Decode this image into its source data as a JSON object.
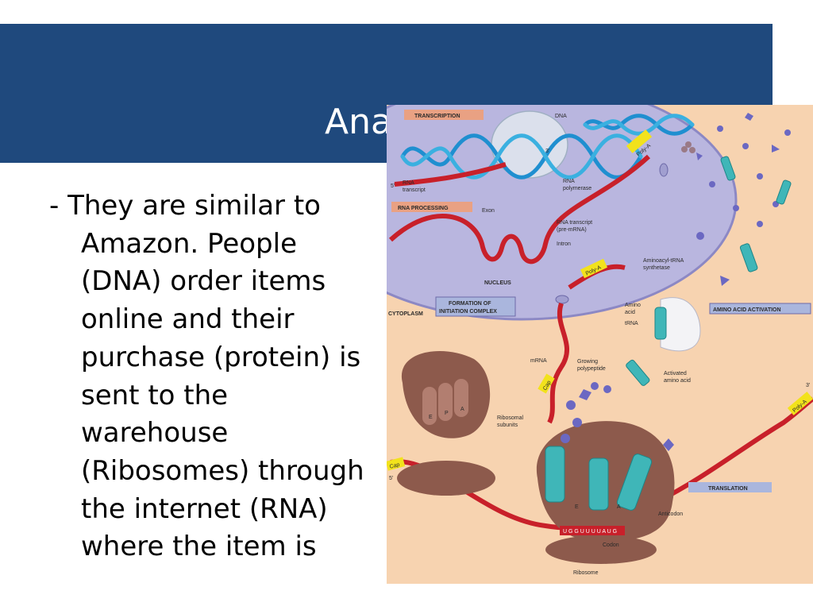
{
  "slide": {
    "title": "Analogy",
    "title_visible": "Ana",
    "body_lines": [
      "- They are similar to",
      "Amazon. People",
      "(DNA) order items",
      "online and their",
      "purchase (protein) is",
      "sent to the",
      "warehouse",
      "(Ribosomes) through",
      "the internet (RNA)",
      "where the item is"
    ]
  },
  "diagram": {
    "colors": {
      "cytoplasm": "#f7d3b0",
      "nucleus": "#b9b6df",
      "ribosome": "#8d5a4c",
      "mrna": "#c8202a",
      "trna": "#3fb6b8",
      "dna": "#1f8fd0",
      "box_orange": "#e9a183",
      "box_blue": "#aab6dd",
      "amino": "#6b68c2"
    },
    "labels": {
      "transcription": "TRANSCRIPTION",
      "rna_processing": "RNA PROCESSING",
      "dna": "DNA",
      "three_prime_a": "3'",
      "five_prime_a": "5'",
      "rna_transcript": "RNA",
      "rna_transcript_2": "transcript",
      "rna_polymerase": "RNA",
      "rna_polymerase_2": "polymerase",
      "exon": "Exon",
      "rna_transcript_pre": "RNA transcript",
      "rna_transcript_pre_2": "(pre-mRNA)",
      "intron": "Intron",
      "poly_a_1": "Poly-A",
      "poly_a_2": "Poly-A",
      "poly_a_3": "Poly-A",
      "nucleus": "NUCLEUS",
      "formation": "FORMATION OF",
      "formation_2": "INITIATION COMPLEX",
      "cytoplasm": "CYTOPLASM",
      "aminoacyl": "Aminoacyl-tRNA",
      "aminoacyl_2": "synthetase",
      "amino_acid": "Amino",
      "amino_acid_2": "acid",
      "trna": "tRNA",
      "amino_acid_activation": "AMINO ACID ACTIVATION",
      "mrna": "mRNA",
      "growing": "Growing",
      "growing_2": "polypeptide",
      "activated": "Activated",
      "activated_2": "amino acid",
      "cap_1": "Cap",
      "cap_2": "Cap",
      "ribosomal": "Ribosomal",
      "ribosomal_2": "subunits",
      "five_prime_b": "5'",
      "three_prime_b": "3'",
      "translation": "TRANSLATION",
      "site_e": "E",
      "site_p": "P",
      "site_a": "A",
      "anticodon": "Anticodon",
      "codon": "Codon",
      "ribosome": "Ribosome",
      "codon_letters": "U G G U U U U A U G"
    }
  }
}
